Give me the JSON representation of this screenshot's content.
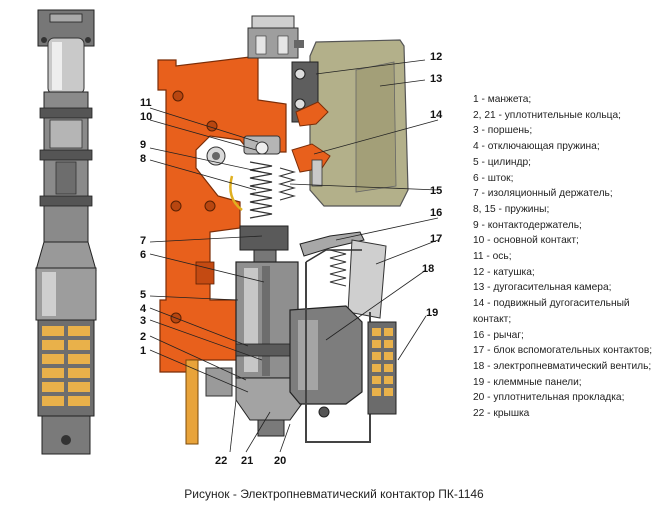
{
  "callout_numbers": [
    "12",
    "13",
    "11",
    "10",
    "14",
    "9",
    "8",
    "15",
    "16",
    "7",
    "17",
    "6",
    "18",
    "5",
    "4",
    "3",
    "19",
    "2",
    "1",
    "22",
    "21",
    "20"
  ],
  "legend_items": [
    "1 - манжета;",
    "2, 21 - уплотнительные кольца;",
    "3 - поршень;",
    "4 - отключающая пружина;",
    "5 - цилиндр;",
    "6 - шток;",
    "7 - изоляционный держатель;",
    "8, 15 - пружины;",
    "9 - контактодержатель;",
    "10 - основной контакт;",
    "11 - ось;",
    "12 - катушка;",
    "13 - дугогасительная камера;",
    "14 - подвижный дугогасительный",
    "контакт;",
    "16 - рычаг;",
    "17 - блок вспомогательных контактов;",
    "18 - электропневматический вентиль;",
    "19 - клеммные панели;",
    "20 - уплотнительная прокладка;",
    "22 - крышка"
  ],
  "caption": "Рисунок - Электропневматический контактор ПК-1146",
  "colors": {
    "frame_orange": "#e8601c",
    "chamber_olive": "#b3b08a",
    "metal_gray": "#8f8f8f",
    "dark_gray": "#4f4f4f",
    "terminal_yellow": "#e9b14a",
    "leader_line": "#222222"
  }
}
